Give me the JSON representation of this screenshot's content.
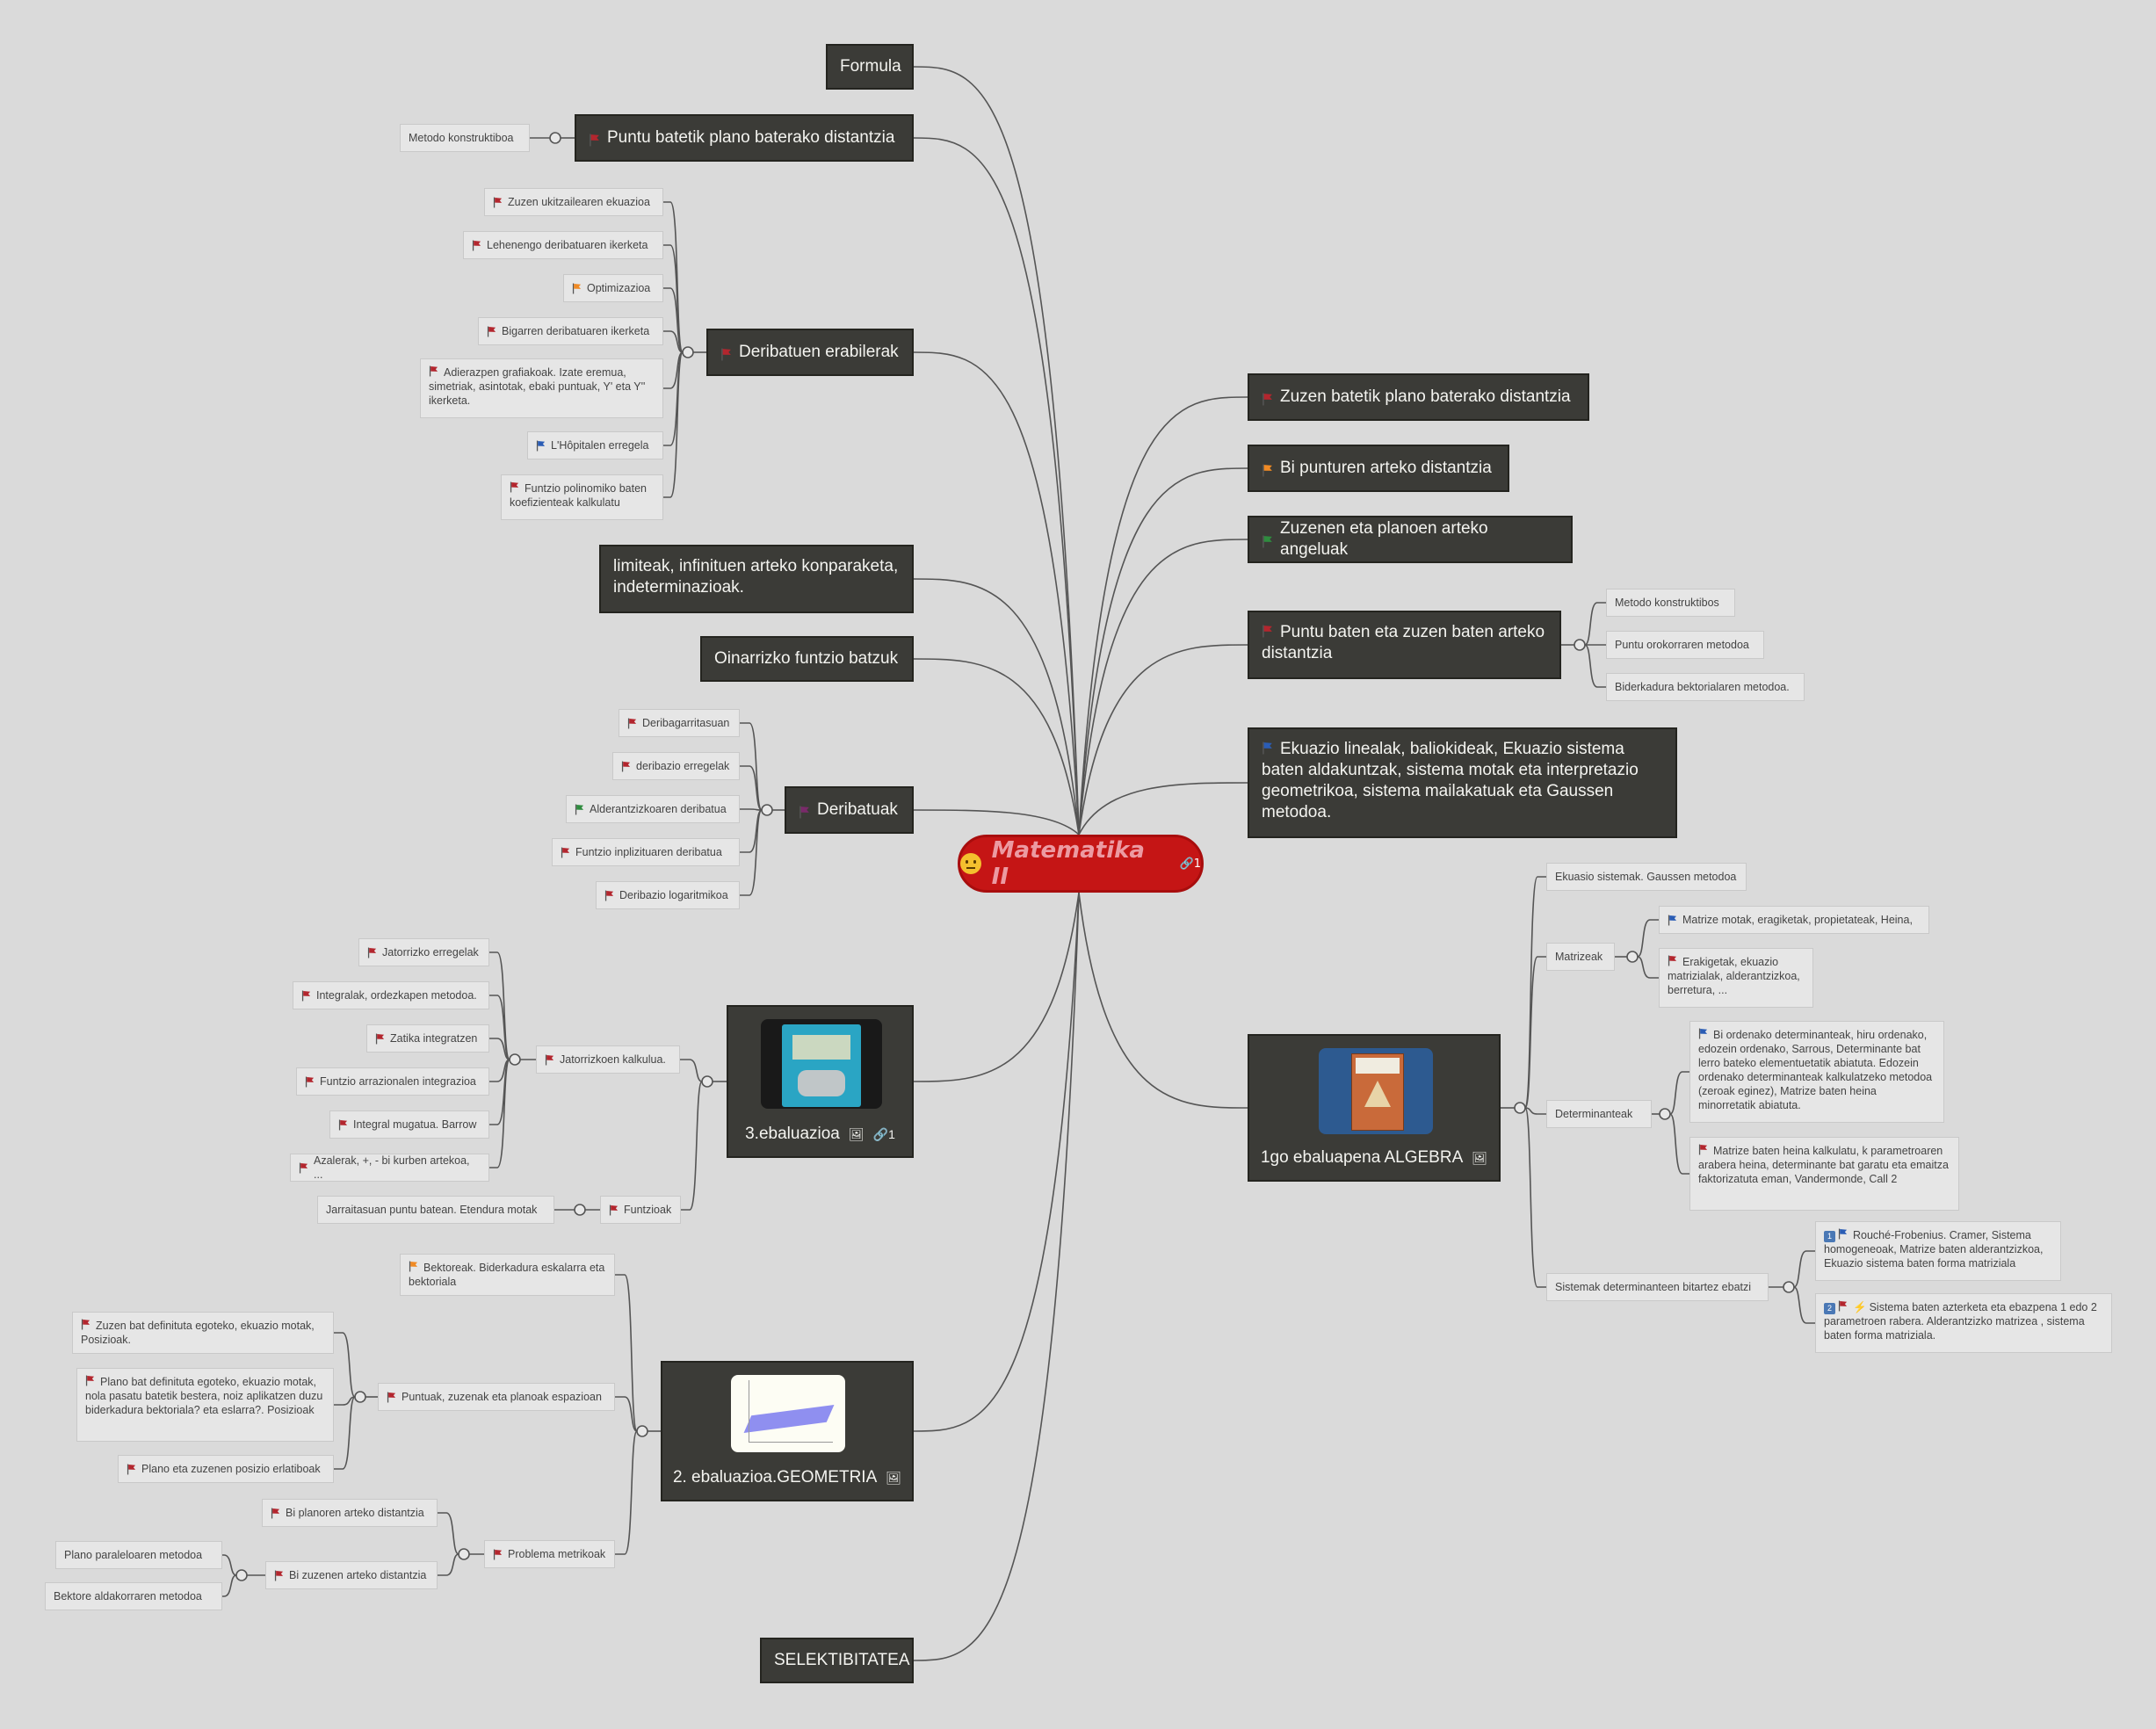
{
  "root": {
    "title": "Matematika II",
    "link_count": "1"
  },
  "colors": {
    "flag_red": "#b3262e",
    "flag_orange": "#f08a24",
    "flag_green": "#2f8c3f",
    "flag_blue": "#2b5db5",
    "flag_purple": "#7a2a6a"
  },
  "left": {
    "formula": "Formula",
    "puntu_plano": {
      "label": "Puntu batetik plano baterako distantzia",
      "child": "Metodo konstruktiboa"
    },
    "deribatuen": {
      "label": "Deribatuen erabilerak",
      "children": [
        "Zuzen ukitzailearen ekuazioa",
        "Lehenengo deribatuaren ikerketa",
        "Optimizazioa",
        "Bigarren deribatuaren ikerketa",
        "Adierazpen grafiakoak. Izate eremua, simetriak, asintotak, ebaki puntuak, Y' eta Y'' ikerketa.",
        "L'Hôpitalen erregela",
        "Funtzio polinomiko baten koefizienteak kalkulatu"
      ]
    },
    "limiteak": "limiteak, infinituen arteko konparaketa, indeterminazioak.",
    "oinarrizko": "Oinarrizko funtzio batzuk",
    "deribatuak": {
      "label": "Deribatuak",
      "children": [
        "Deribagarritasuan",
        "deribazio erregelak",
        "Alderantzizkoaren deribatua",
        "Funtzio inplizituaren deribatua",
        "Deribazio logaritmikoa"
      ]
    },
    "ebaluazioa3": {
      "label": "3.ebaluazioa",
      "link_count": "1",
      "jatorrizkoen": {
        "label": "Jatorrizkoen kalkulua.",
        "children": [
          "Jatorrizko erregelak",
          "Integralak, ordezkapen metodoa.",
          "Zatika integratzen",
          "Funtzio arrazionalen integrazioa",
          "Integral mugatua. Barrow",
          "Azalerak, +, - bi kurben artekoa, ..."
        ]
      },
      "funtzioak": {
        "label": "Funtzioak",
        "child": "Jarraitasuan puntu batean. Etendura motak"
      }
    },
    "ebaluazioa2": {
      "label": "2. ebaluazioa.GEOMETRIA",
      "bektoreak": "Bektoreak. Biderkadura eskalarra eta bektoriala",
      "puntuak": {
        "label": "Puntuak, zuzenak eta planoak espazioan",
        "children": [
          "Zuzen bat definituta egoteko, ekuazio motak, Posizioak.",
          "Plano bat definituta egoteko, ekuazio motak, nola pasatu batetik bestera, noiz aplikatzen duzu biderkadura bektoriala? eta eslarra?. Posizioak",
          "Plano eta zuzenen posizio erlatiboak"
        ]
      },
      "problema": {
        "label": "Problema metrikoak",
        "planoen": "Bi planoren arteko distantzia",
        "zuzenen": {
          "label": "Bi zuzenen arteko distantzia",
          "children": [
            "Plano paraleloaren metodoa",
            "Bektore aldakorraren metodoa"
          ]
        }
      }
    },
    "selektibitatea": "SELEKTIBITATEA"
  },
  "right": {
    "zuzen_plano": "Zuzen batetik plano baterako distantzia",
    "bi_punturen": "Bi punturen arteko distantzia",
    "angeluak": "Zuzenen eta planoen arteko angeluak",
    "puntu_zuzen": {
      "label": "Puntu baten eta zuzen baten arteko distantzia",
      "children": [
        "Metodo konstruktibos",
        "Puntu orokorraren metodoa",
        "Biderkadura bektorialaren metodoa."
      ]
    },
    "ekuazio": "Ekuazio linealak, baliokideak, Ekuazio sistema baten aldakuntzak, sistema motak eta interpretazio geometrikoa, sistema mailakatuak eta Gaussen metodoa.",
    "algebra": {
      "label": "1go ebaluapena ALGEBRA",
      "gauss": "Ekuasio sistemak. Gaussen metodoa",
      "matrizeak": {
        "label": "Matrizeak",
        "children": [
          "Matrize motak, eragiketak, propietateak, Heina,",
          "Erakigetak, ekuazio matrizialak, alderantzizkoa, berretura, ..."
        ]
      },
      "determinanteak": {
        "label": "Determinanteak",
        "children": [
          "Bi ordenako determinanteak, hiru ordenako, edozein ordenako, Sarrous, Determinante bat lerro bateko elementuetatik abiatuta. Edozein ordenako determinanteak kalkulatzeko metodoa (zeroak eginez), Matrize baten heina minorretatik abiatuta.",
          "Matrize baten heina kalkulatu, k parametroaren arabera heina, determinante bat garatu eta emaitza faktorizatuta eman, Vandermonde, Call 2"
        ]
      },
      "sistemak": {
        "label": "Sistemak determinanteen bitartez ebatzi",
        "children": [
          "Rouché-Frobenius. Cramer, Sistema homogeneoak, Matrize baten alderantzizkoa, Ekuazio sistema baten forma matriziala",
          "Sistema baten azterketa eta ebazpena 1 edo 2 parametroen rabera.  Alderantzizko matrizea , sistema baten forma matriziala."
        ]
      },
      "badge_1": "1",
      "badge_2": "2"
    }
  },
  "icons": {
    "image": "image-icon",
    "link": "link-icon",
    "flag": "flag-icon",
    "face": "neutral-face-icon"
  }
}
